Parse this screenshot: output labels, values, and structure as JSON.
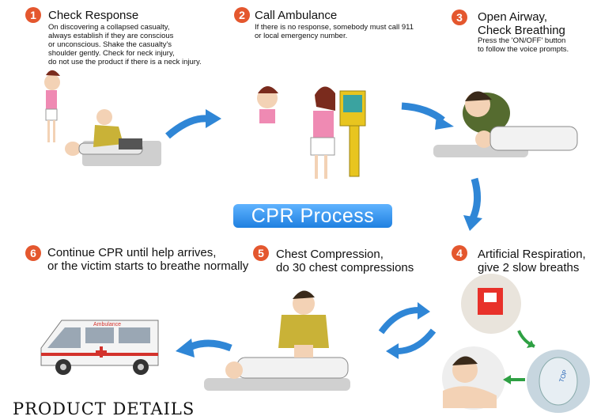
{
  "banner": {
    "label": "CPR Process"
  },
  "footer": {
    "label": "PRODUCT DETAILS"
  },
  "steps": [
    {
      "number": "1",
      "title": "Check Response",
      "desc": [
        "On discovering a collapsed casualty,",
        "always establish if they are conscious",
        "or unconscious. Shake the casualty's",
        "shoulder gently. Check for neck injury,",
        "do not use the product if there is a neck injury."
      ]
    },
    {
      "number": "2",
      "title": "Call Ambulance",
      "desc": [
        "If there is no response, somebody must call 911",
        "or local emergency number."
      ]
    },
    {
      "number": "3",
      "title": [
        "Open Airway,",
        "Check Breathing"
      ],
      "desc": [
        "Press the 'ON/OFF' button",
        "to follow the voice prompts."
      ]
    },
    {
      "number": "4",
      "title": [
        "Artificial Respiration,",
        "give 2 slow breaths"
      ]
    },
    {
      "number": "5",
      "title": [
        "Chest Compression,",
        "do 30 chest compressions"
      ]
    },
    {
      "number": "6",
      "title": [
        "Continue CPR until help arrives,",
        "or the victim starts to breathe normally"
      ]
    }
  ],
  "labels": {
    "ambulance": "Ambulance",
    "mask_top": "TOP"
  },
  "colors": {
    "accent": "#e4572e",
    "arrow": "#2f86d6",
    "green_arrow": "#2ea043",
    "banner": "#2a8ae8"
  }
}
